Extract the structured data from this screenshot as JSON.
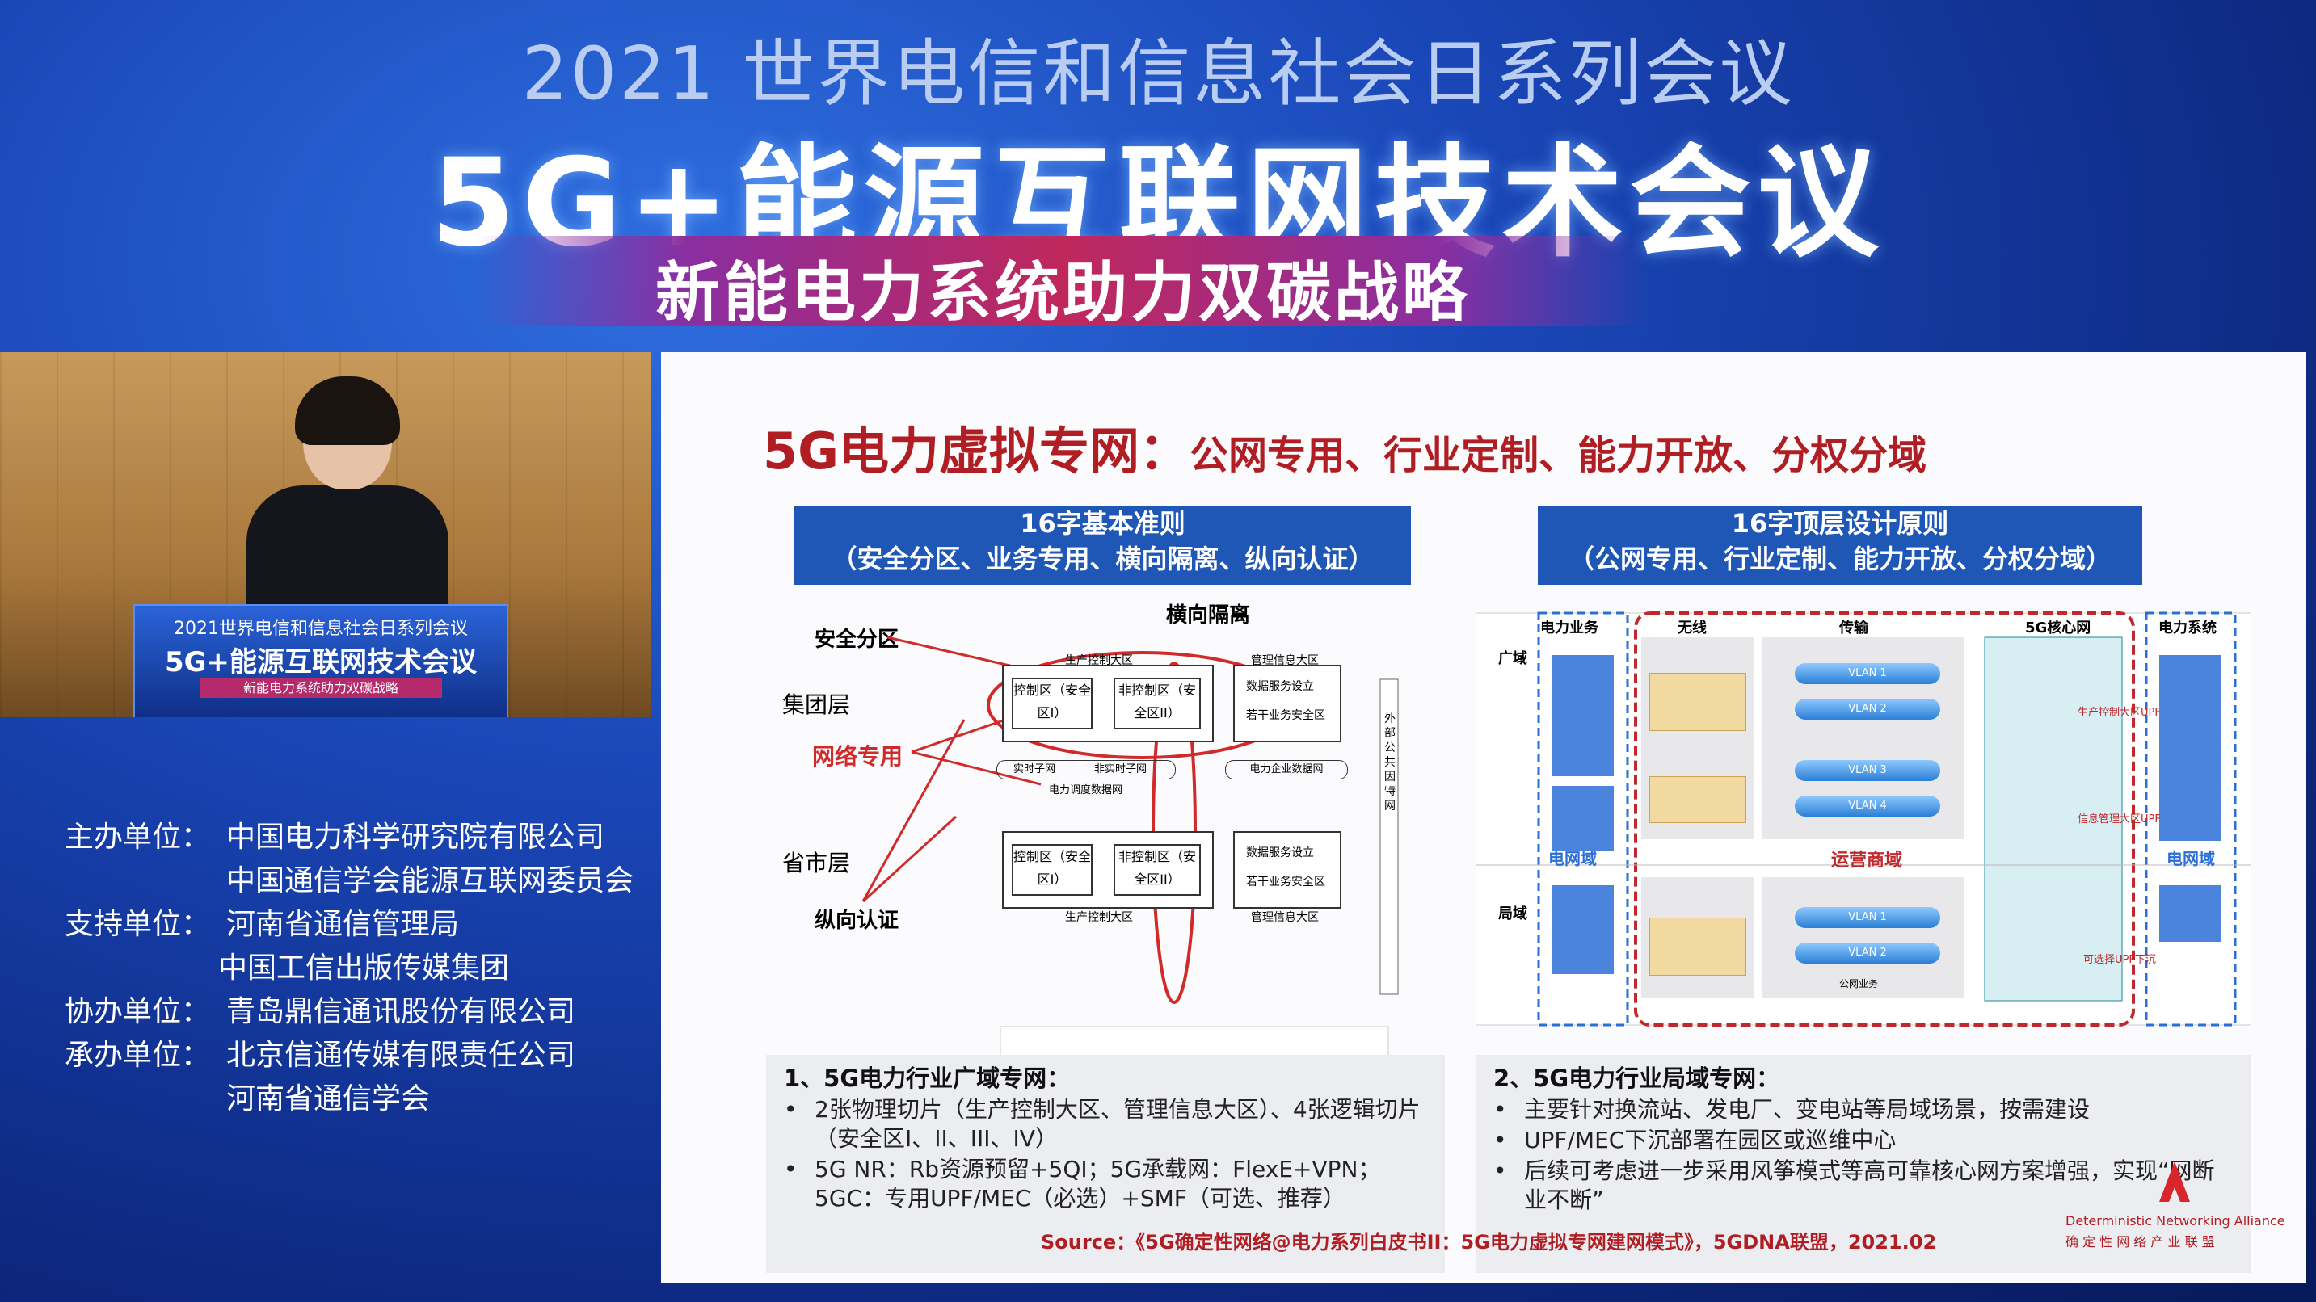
{
  "header": {
    "line1": "2021 世界电信和信息社会日系列会议",
    "line2": "5G+能源互联网技术会议",
    "line3": "新能电力系统助力双碳战略"
  },
  "video": {
    "podium_line1": "2021世界电信和信息社会日系列会议",
    "podium_line2": "5G+能源互联网技术会议",
    "podium_line3": "新能电力系统助力双碳战略"
  },
  "organizers": [
    {
      "label": "主办单位：",
      "value": "中国电力科学研究院有限公司"
    },
    {
      "label": "",
      "value": "中国通信学会能源互联网委员会"
    },
    {
      "label": "支持单位：",
      "value": "河南省通信管理局"
    },
    {
      "label": "",
      "value": "中国工信出版传媒集团"
    },
    {
      "label": "协办单位：",
      "value": "青岛鼎信通讯股份有限公司"
    },
    {
      "label": "承办单位：",
      "value": "北京信通传媒有限责任公司"
    },
    {
      "label": "",
      "value": "河南省通信学会"
    }
  ],
  "slide": {
    "title": "5G电力虚拟专网：",
    "title_sub": "公网专用、行业定制、能力开放、分权分域",
    "left_header_1": "16字基本准则",
    "left_header_2": "（安全分区、业务专用、横向隔离、纵向认证）",
    "right_header_1": "16字顶层设计原则",
    "right_header_2": "（公网专用、行业定制、能力开放、分权分域）",
    "left_diagram": {
      "horizontal_isolation": "横向隔离",
      "security_zone": "安全分区",
      "group_layer": "集团层",
      "network_dedicated": "网络专用",
      "province_layer": "省市层",
      "vertical_auth": "纵向认证",
      "prod_big_zone": "生产控制大区",
      "mgmt_big_zone": "管理信息大区",
      "ctrl_zone": "控制区（安全区I）",
      "nonctrl_zone": "非控制区（安全区II）",
      "data_service": "数据服务设立",
      "other_business": "若干业务安全区",
      "realtime_sub": "实时子网",
      "nonrealtime_sub": "非实时子网",
      "dispatch_net": "电力调度数据网",
      "enterprise_net": "电力企业数据网",
      "external": "外部公共因特网"
    },
    "right_diagram": {
      "col_power_business": "电力业务",
      "col_wireless": "无线",
      "col_transport": "传输",
      "col_core": "5G核心网",
      "col_power_system": "电力系统",
      "wide_area": "广域",
      "local_area": "局域",
      "grid_domain": "电网域",
      "operator_domain": "运营商域",
      "grid_domain2": "电网域",
      "vlan1": "VLAN 1",
      "vlan2": "VLAN 2",
      "vlan3": "VLAN 3",
      "vlan4": "VLAN 4",
      "upf_prod": "生产控制大区UPF",
      "upf_info": "信息管理大区UPF",
      "upf_sink": "可选择UPF下沉",
      "public_business": "公网业务"
    },
    "bullets_left": {
      "heading": "1、5G电力行业广域专网：",
      "items": [
        "2张物理切片（生产控制大区、管理信息大区）、4张逻辑切片（安全区I、II、III、IV）",
        "5G NR：Rb资源预留+5QI；5G承载网：FlexE+VPN；5GC：专用UPF/MEC（必选）+SMF（可选、推荐）"
      ]
    },
    "bullets_right": {
      "heading": "2、5G电力行业局域专网：",
      "items": [
        "主要针对换流站、发电厂、变电站等局域场景，按需建设",
        "UPF/MEC下沉部署在园区或巡维中心",
        "后续可考虑进一步采用风筝模式等高可靠核心网方案增强，实现“网断业不断”"
      ]
    },
    "source": "Source：《5G确定性网络@电力系列白皮书II：5G电力虚拟专网建网模式》，5GDNA联盟，2021.02",
    "logo_en": "Deterministic Networking Alliance",
    "logo_cn": "确 定 性 网 络 产 业 联 盟"
  },
  "colors": {
    "accent_red": "#b01e23",
    "header_blue": "#1f57b7",
    "bg_blue": "#1a47b8"
  }
}
